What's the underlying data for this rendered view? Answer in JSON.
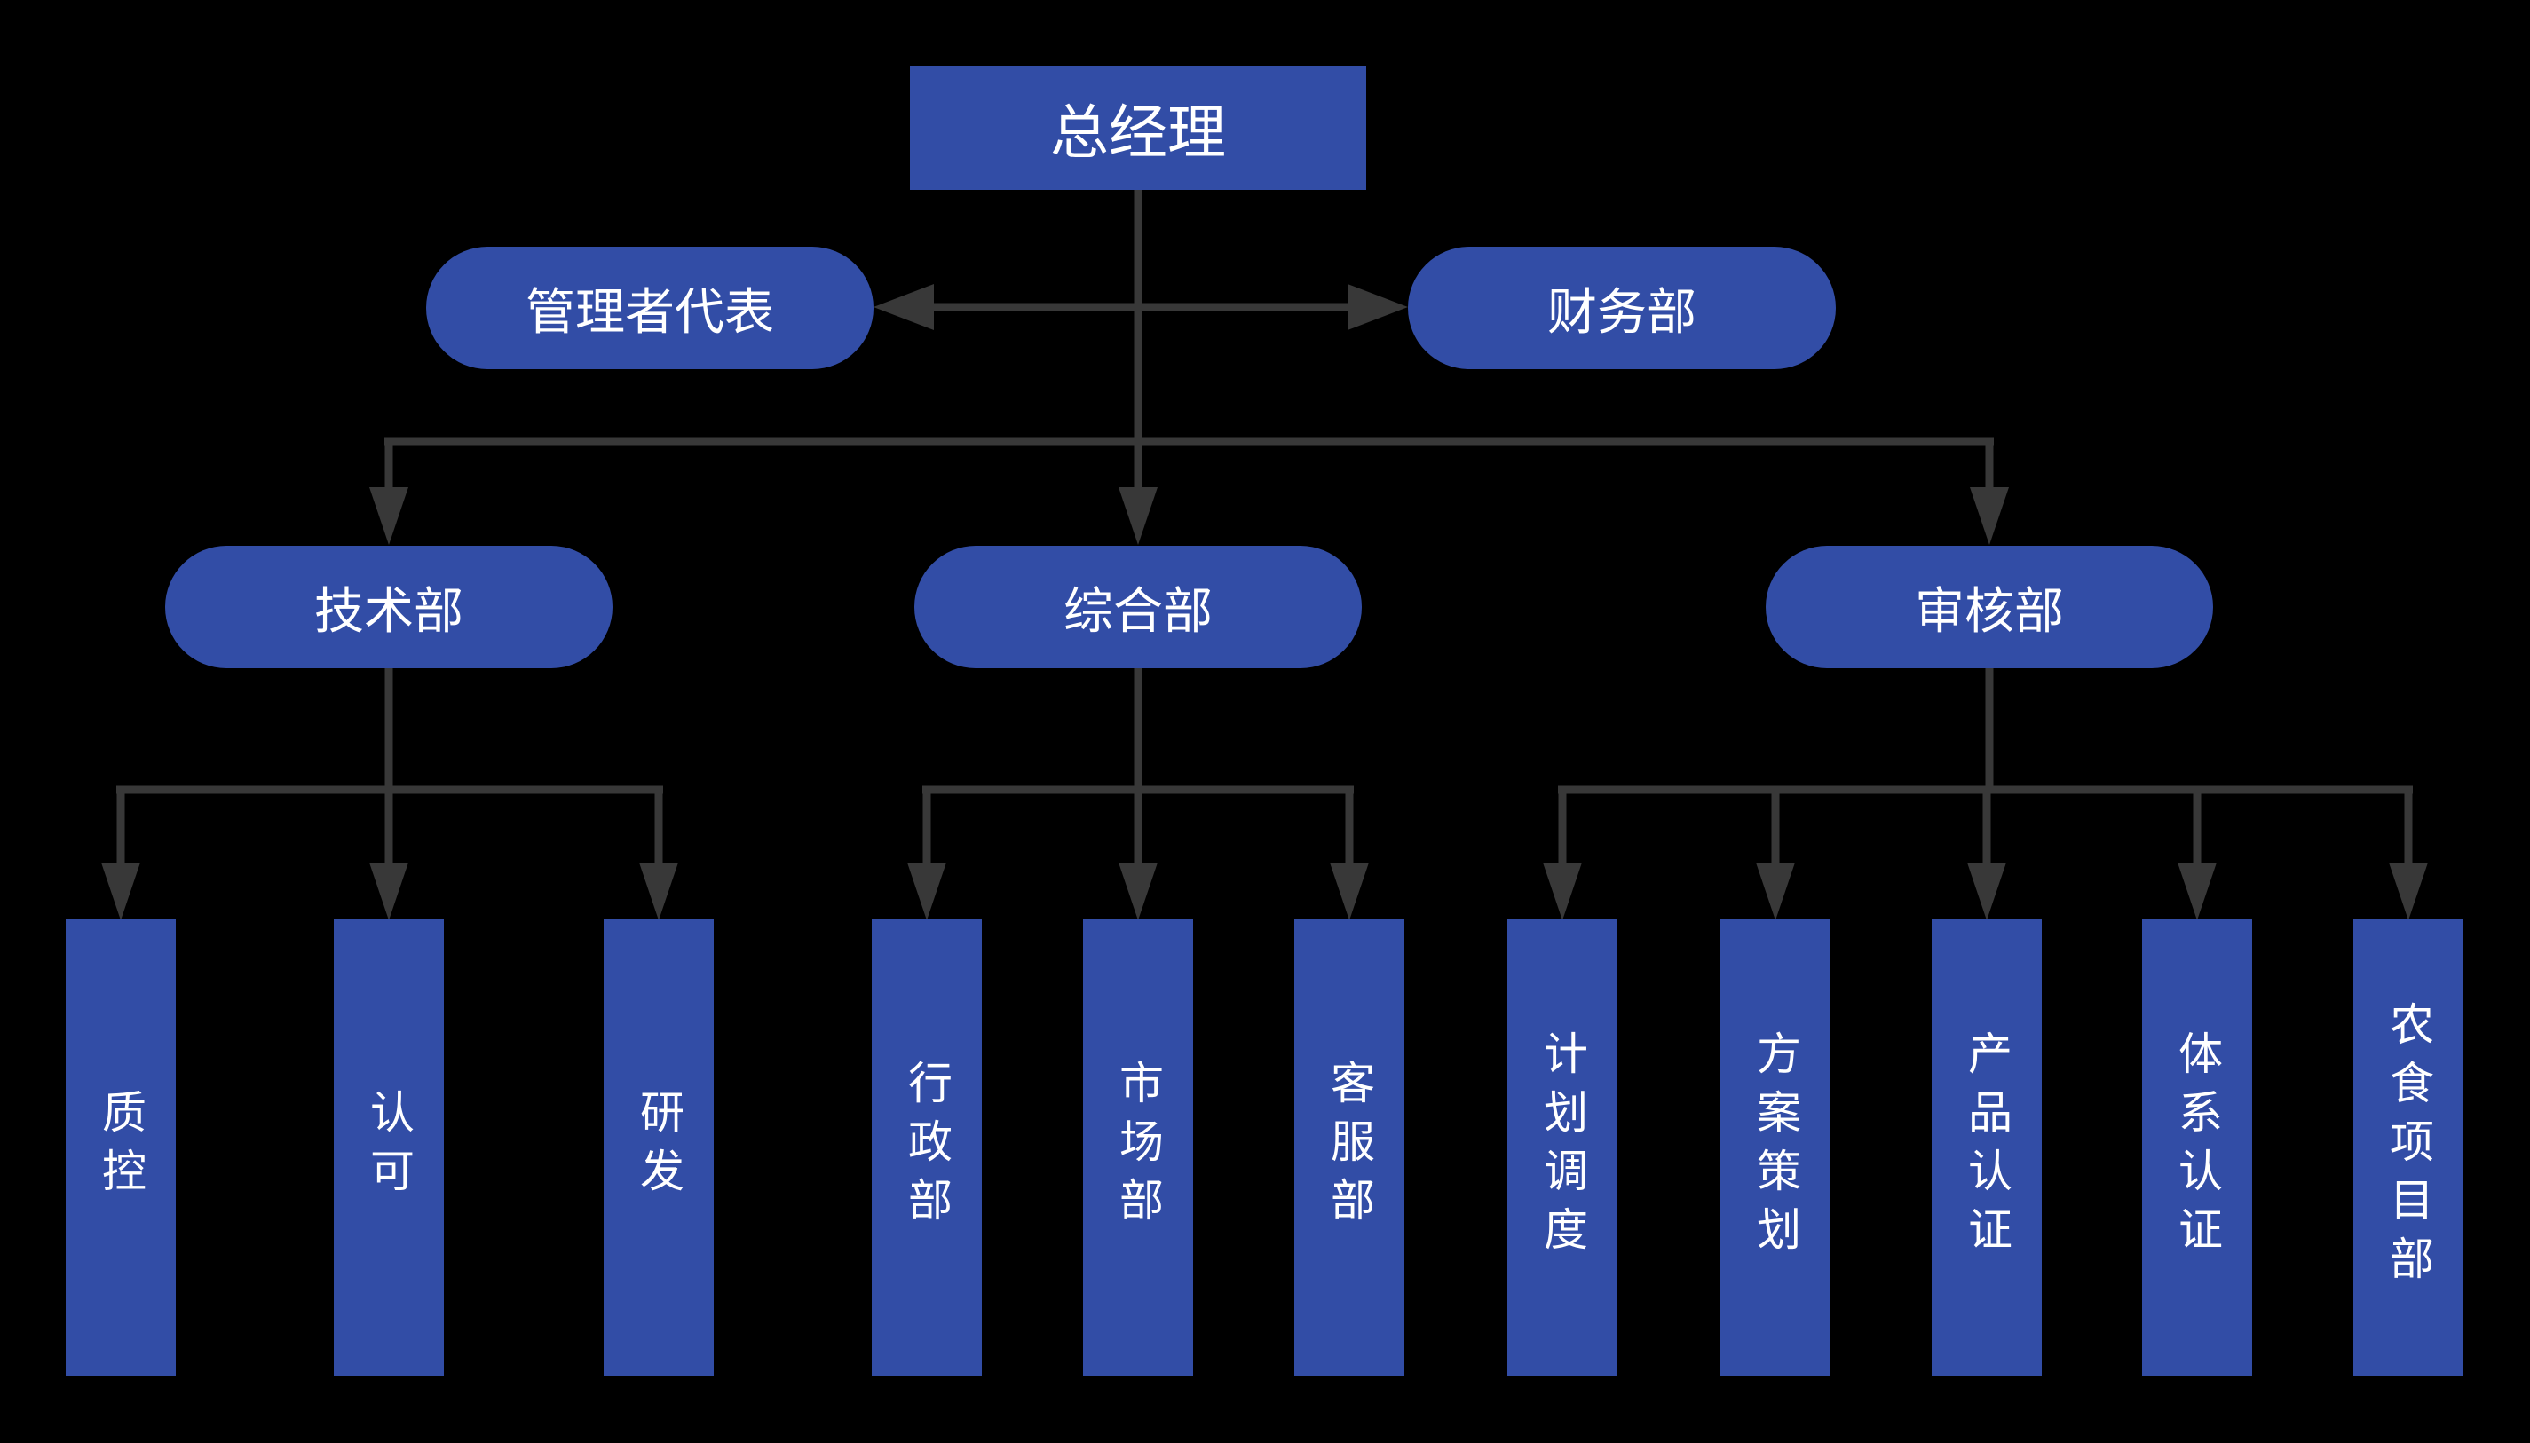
{
  "colors": {
    "background": "#000000",
    "box_fill": "#324DA6",
    "connector": "#383838",
    "text": "#FFFFFF"
  },
  "org": {
    "root": {
      "label": "总经理"
    },
    "level2": [
      {
        "label": "管理者代表"
      },
      {
        "label": "财务部"
      }
    ],
    "level3": [
      {
        "label": "技术部"
      },
      {
        "label": "综合部"
      },
      {
        "label": "审核部"
      }
    ],
    "level4_tech": [
      {
        "label": "质控"
      },
      {
        "label": "认可"
      },
      {
        "label": "研发"
      }
    ],
    "level4_general": [
      {
        "label": "行政部"
      },
      {
        "label": "市场部"
      },
      {
        "label": "客服部"
      }
    ],
    "level4_audit": [
      {
        "label": "计划调度"
      },
      {
        "label": "方案策划"
      },
      {
        "label": "产品认证"
      },
      {
        "label": "体系认证"
      },
      {
        "label": "农食项目部"
      }
    ]
  }
}
